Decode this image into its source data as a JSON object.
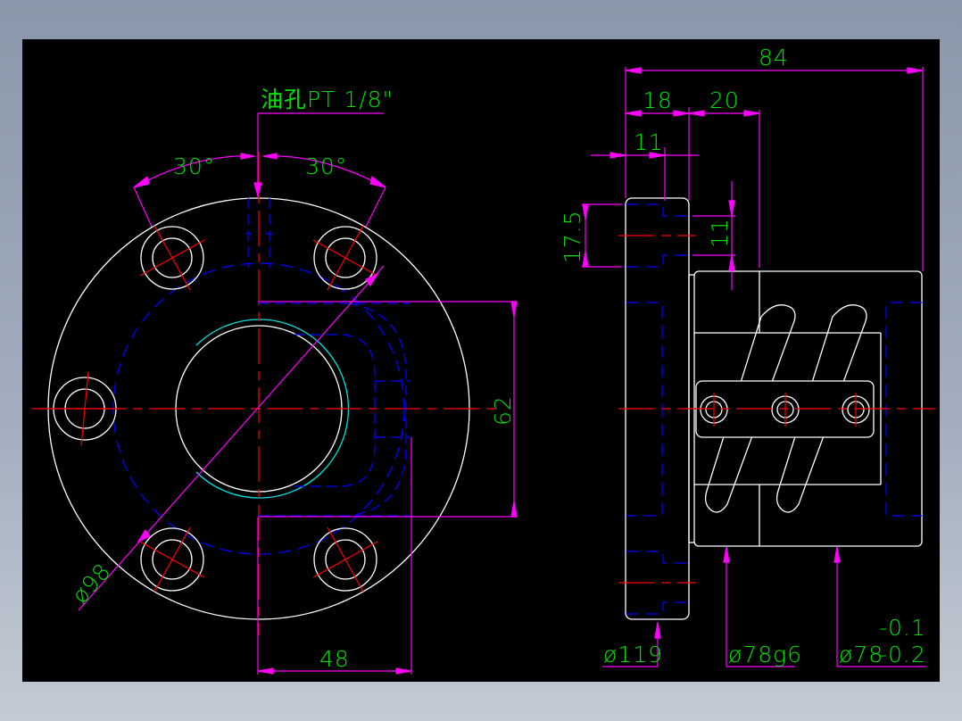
{
  "drawing": {
    "colors": {
      "background": "#000000",
      "outline": "#ffffff",
      "hidden": "#0000ff",
      "center": "#ff0000",
      "dimension": "#ff00ff",
      "text": "#00e000",
      "thread": "#00e0e0",
      "frame": "#8a97aa"
    },
    "front_view": {
      "oil_hole_note": "油孔PT 1/8\"",
      "angle_left": "30°",
      "angle_right": "30°",
      "dia_bolt_circle": "ø98",
      "height_dim": "62",
      "offset_dim": "48"
    },
    "side_view": {
      "overall_length": "84",
      "flange_width": "18",
      "step_width": "20",
      "hole_depth": "11",
      "hole_offset": "17.5",
      "hole_dia": "11",
      "flange_dia": "ø119",
      "body_dia_fit": "ø78g6",
      "body_dia": "ø78",
      "body_tol_upper": "-0.1",
      "body_tol_lower": "-0.2"
    }
  }
}
